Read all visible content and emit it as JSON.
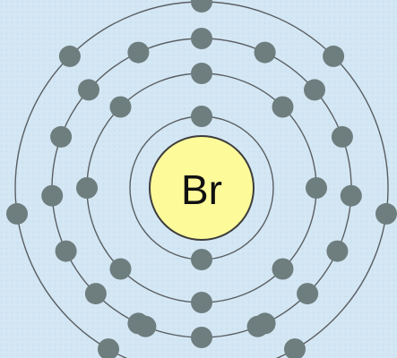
{
  "element": {
    "symbol": "Br"
  },
  "shells": [
    {
      "electrons": 2
    },
    {
      "electrons": 8
    },
    {
      "electrons": 18
    },
    {
      "electrons": 7
    }
  ],
  "colors": {
    "background": "#d3e6f3",
    "nucleus": "#fdfa9a",
    "electron": "#6e7d7e",
    "shell_line": "#5a5f63"
  }
}
